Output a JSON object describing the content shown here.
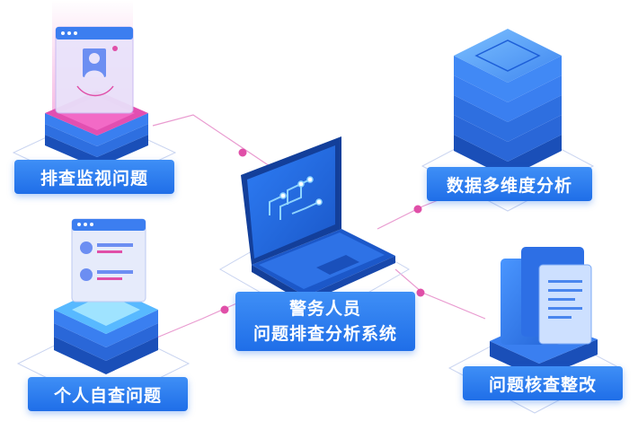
{
  "nodes": {
    "top_left": "排查监视问题",
    "top_right": "数据多维度分析",
    "bottom_left": "个人自查问题",
    "bottom_right": "问题核查整改"
  },
  "center": {
    "line1": "警务人员",
    "line2": "问题排查分析系统"
  },
  "colors": {
    "primary_blue": "#1f6ee8",
    "light_blue": "#3f8ff6",
    "connector_pink": "#e04fa8"
  }
}
